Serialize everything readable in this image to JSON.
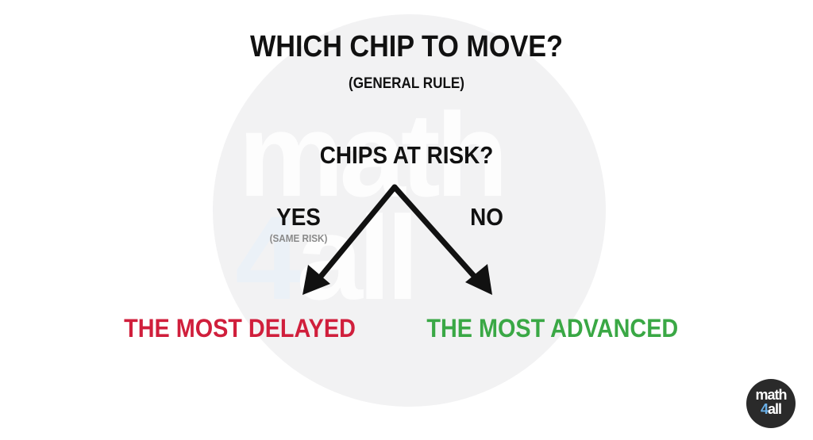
{
  "title": "WHICH CHIP TO MOVE?",
  "subtitle": "(GENERAL RULE)",
  "question": "CHIPS AT RISK?",
  "branches": {
    "yes": {
      "label": "YES",
      "note": "(SAME RISK)",
      "outcome": "THE MOST DELAYED",
      "color": "#d01f3c"
    },
    "no": {
      "label": "NO",
      "outcome": "THE MOST ADVANCED",
      "color": "#3aa845"
    }
  },
  "logo": {
    "line1": "math",
    "digit": "4",
    "line2": "all"
  },
  "watermark": {
    "line1": "math",
    "digit": "4",
    "line2": "all"
  }
}
